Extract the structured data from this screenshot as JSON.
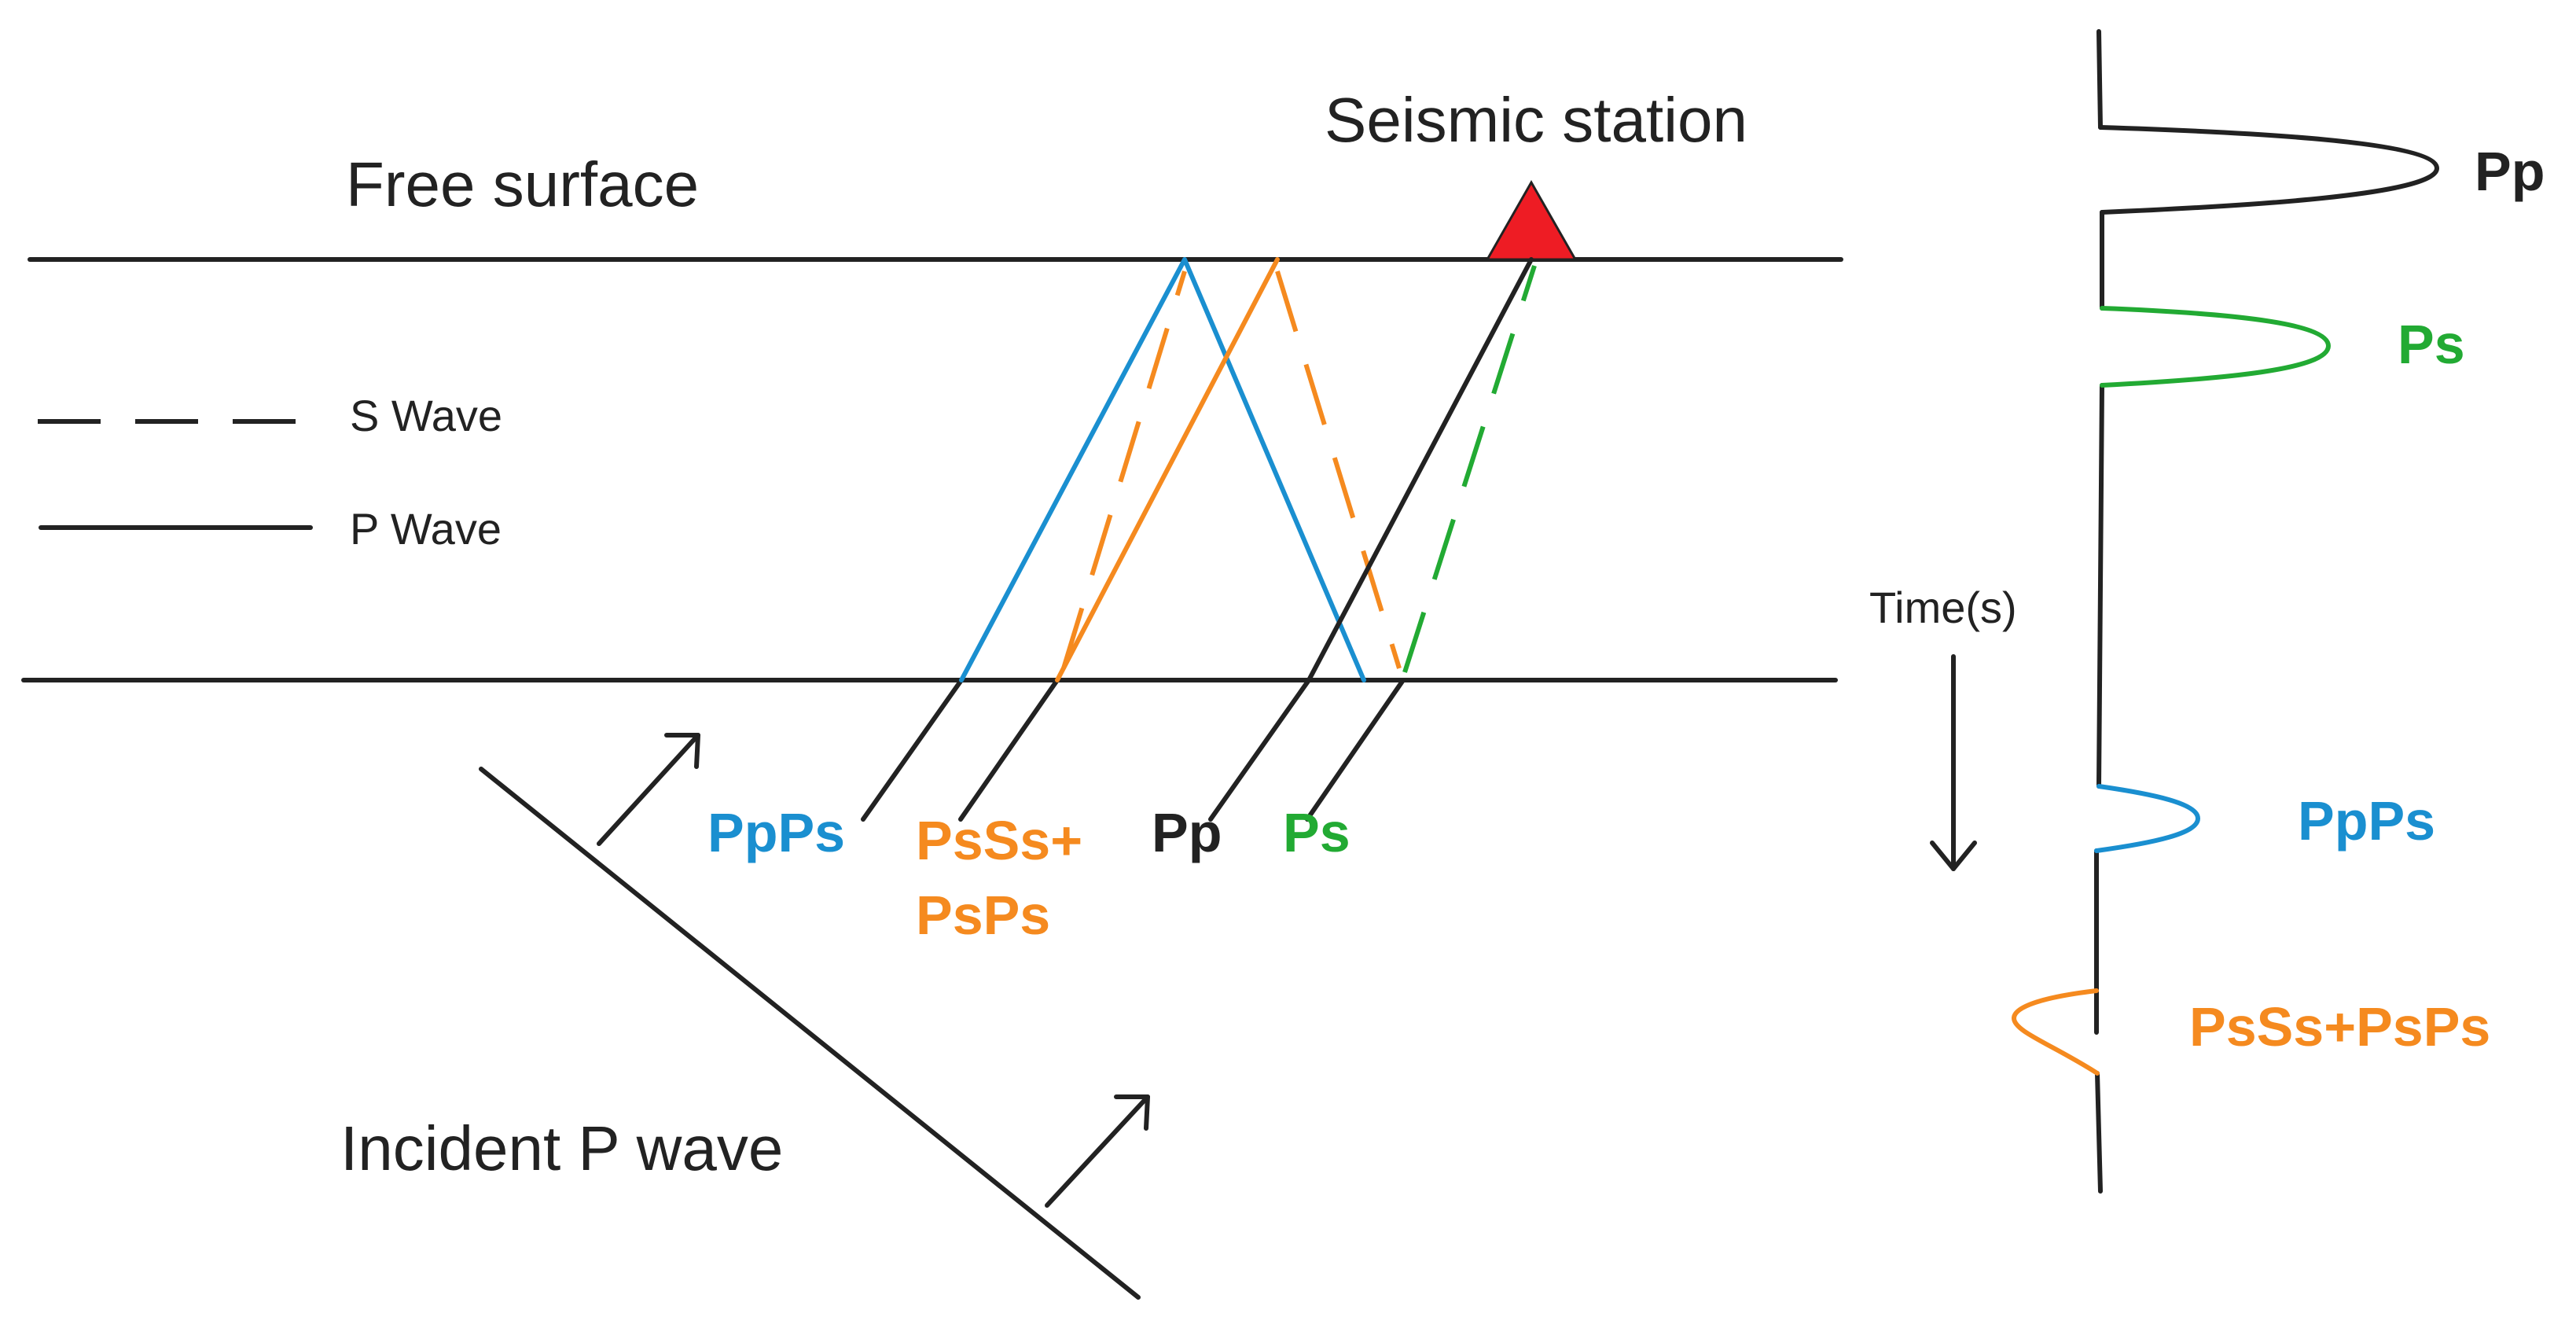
{
  "labels": {
    "free_surface": "Free surface",
    "seismic_station": "Seismic station",
    "s_wave_legend": "S Wave",
    "p_wave_legend": "P Wave",
    "incident_p_wave": "Incident P wave",
    "time_axis": "Time(s)",
    "ray_ppps": "PpPs",
    "ray_psss_line1": "PsSs+",
    "ray_psss_line2": "PsPs",
    "ray_pp": "Pp",
    "ray_ps": "Ps",
    "trace_pp": "Pp",
    "trace_ps": "Ps",
    "trace_ppps": "PpPs",
    "trace_pssspsps": "PsSs+PsPs"
  },
  "colors": {
    "pp": "#222222",
    "ps": "#22aa33",
    "ppps": "#1a8fd0",
    "pssspsps": "#f58a1f",
    "station": "#ee1c24",
    "ink": "#222222"
  }
}
